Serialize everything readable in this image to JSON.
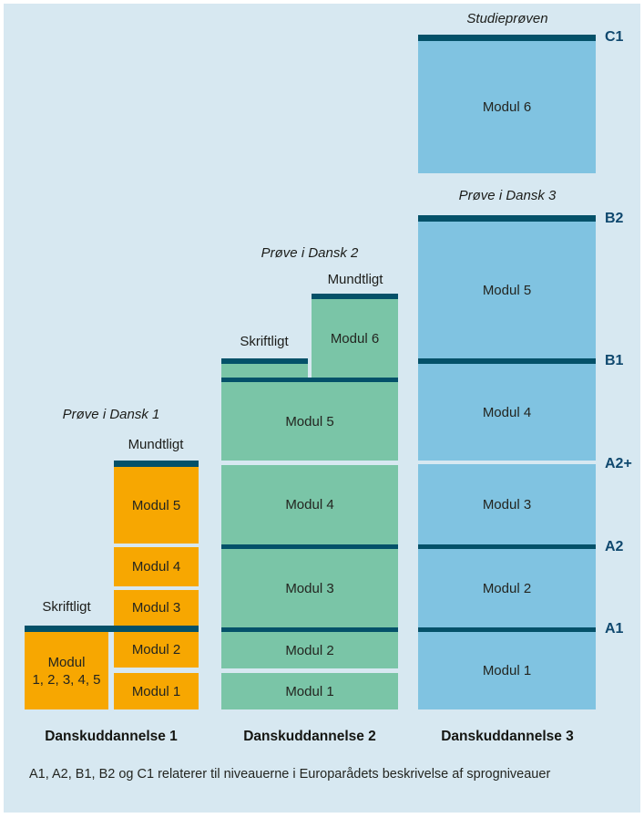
{
  "colors": {
    "panel": "#d7e8f1",
    "orange": "#f7a701",
    "green": "#7ac5a7",
    "blue": "#80c3e1",
    "bar": "#045169",
    "level_text": "#0f486e",
    "text": "#232520"
  },
  "levels": {
    "c1": "C1",
    "b2": "B2",
    "b1": "B1",
    "a2plus": "A2+",
    "a2": "A2",
    "a1": "A1"
  },
  "columns": {
    "du1": {
      "footer": "Danskuddannelse 1",
      "exam": "Prøve i Dansk 1",
      "oral": "Mundtligt",
      "written": "Skriftligt",
      "modul5": "Modul 5",
      "modul4": "Modul 4",
      "modul3": "Modul 3",
      "modul2": "Modul 2",
      "modul1": "Modul 1",
      "combined_top": "Modul",
      "combined_bottom": "1, 2, 3, 4, 5"
    },
    "du2": {
      "footer": "Danskuddannelse 2",
      "exam": "Prøve i Dansk 2",
      "oral": "Mundtligt",
      "written": "Skriftligt",
      "modul6": "Modul 6",
      "modul5": "Modul 5",
      "modul4": "Modul 4",
      "modul3": "Modul 3",
      "modul2": "Modul 2",
      "modul1": "Modul 1"
    },
    "du3": {
      "footer": "Danskuddannelse 3",
      "top_exam": "Studieprøven",
      "exam": "Prøve i Dansk 3",
      "modul6": "Modul 6",
      "modul5": "Modul 5",
      "modul4": "Modul 4",
      "modul3": "Modul 3",
      "modul2": "Modul 2",
      "modul1": "Modul 1"
    }
  },
  "footnote": "A1, A2, B1, B2 og C1 relaterer til niveauerne i Europarådets beskrivelse af sprogniveauer"
}
